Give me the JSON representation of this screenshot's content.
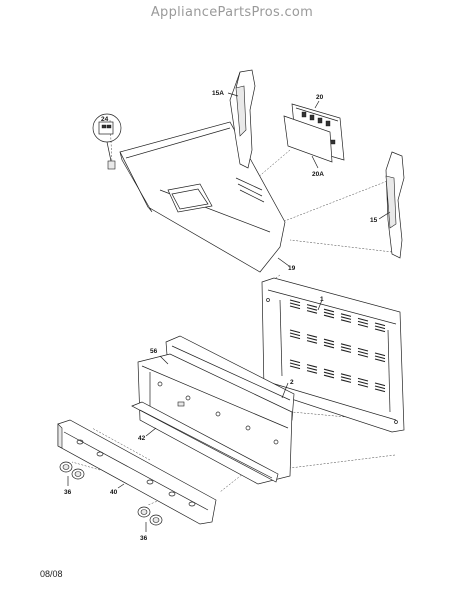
{
  "header": {
    "watermark": "AppliancePartsPros.com"
  },
  "footer": {
    "date": "08/08"
  },
  "callouts": {
    "c24": "24",
    "c15A": "15A",
    "c20": "20",
    "c20A": "20A",
    "c15": "15",
    "c19": "19",
    "c1": "1",
    "c56": "56",
    "c2": "2",
    "c42": "42",
    "c36a": "36",
    "c40": "40",
    "c36b": "36"
  }
}
